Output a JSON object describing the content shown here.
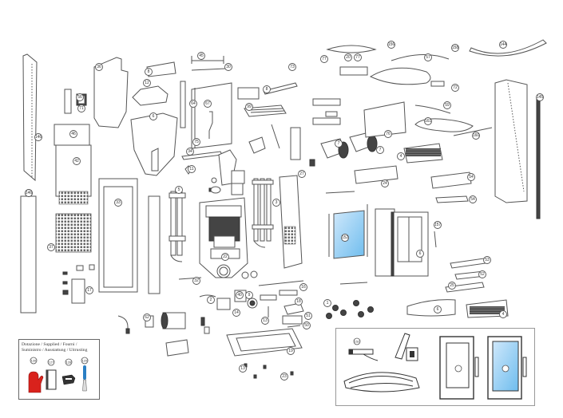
{
  "diagram": {
    "title": "Exploded parts view",
    "callouts": [
      {
        "id": "c1",
        "label": "146"
      },
      {
        "id": "c2",
        "label": "36"
      },
      {
        "id": "c3",
        "label": "8"
      },
      {
        "id": "c4",
        "label": "12"
      },
      {
        "id": "c5",
        "label": "56"
      },
      {
        "id": "c6",
        "label": "71"
      },
      {
        "id": "c7",
        "label": "6"
      },
      {
        "id": "c8",
        "label": "46"
      },
      {
        "id": "c9",
        "label": "42"
      },
      {
        "id": "c10",
        "label": "146"
      },
      {
        "id": "c11",
        "label": "37"
      },
      {
        "id": "c12",
        "label": "33"
      },
      {
        "id": "c13",
        "label": "45"
      },
      {
        "id": "c14",
        "label": "30"
      },
      {
        "id": "c15",
        "label": "67"
      },
      {
        "id": "c16",
        "label": "64"
      },
      {
        "id": "c17",
        "label": "75"
      },
      {
        "id": "c18",
        "label": "34"
      },
      {
        "id": "c19",
        "label": "73"
      },
      {
        "id": "c20",
        "label": "8"
      },
      {
        "id": "c21",
        "label": "99"
      },
      {
        "id": "c22",
        "label": "20"
      },
      {
        "id": "c23",
        "label": "77"
      },
      {
        "id": "c24",
        "label": "77"
      },
      {
        "id": "c25",
        "label": "156"
      },
      {
        "id": "c26",
        "label": "57"
      },
      {
        "id": "c27",
        "label": "158"
      },
      {
        "id": "c28",
        "label": "144"
      },
      {
        "id": "c29",
        "label": "59"
      },
      {
        "id": "c30",
        "label": "72"
      },
      {
        "id": "c31",
        "label": "161"
      },
      {
        "id": "c32",
        "label": "160"
      },
      {
        "id": "c33",
        "label": "76"
      },
      {
        "id": "c34",
        "label": "145"
      },
      {
        "id": "c35",
        "label": "146"
      },
      {
        "id": "c36",
        "label": "7"
      },
      {
        "id": "c37",
        "label": "7"
      },
      {
        "id": "c38",
        "label": "4"
      },
      {
        "id": "c39",
        "label": "24"
      },
      {
        "id": "c40",
        "label": "54"
      },
      {
        "id": "c41",
        "label": "54"
      },
      {
        "id": "c42",
        "label": "22"
      },
      {
        "id": "c43",
        "label": "5"
      },
      {
        "id": "c44",
        "label": "3"
      },
      {
        "id": "c45",
        "label": "27"
      },
      {
        "id": "c46",
        "label": "11"
      },
      {
        "id": "c47",
        "label": "152"
      },
      {
        "id": "c48",
        "label": "6"
      },
      {
        "id": "c49",
        "label": "157"
      },
      {
        "id": "c50",
        "label": "53"
      },
      {
        "id": "c51",
        "label": "52"
      },
      {
        "id": "c52",
        "label": "25"
      },
      {
        "id": "c53",
        "label": "6"
      },
      {
        "id": "c54",
        "label": "4"
      },
      {
        "id": "c55",
        "label": "1"
      },
      {
        "id": "c56",
        "label": "17"
      },
      {
        "id": "c57",
        "label": "9"
      },
      {
        "id": "c58",
        "label": "62"
      },
      {
        "id": "c59",
        "label": "2"
      },
      {
        "id": "c60",
        "label": "40"
      },
      {
        "id": "c61",
        "label": "14"
      },
      {
        "id": "c62",
        "label": "18"
      },
      {
        "id": "c63",
        "label": "16"
      },
      {
        "id": "c64",
        "label": "51"
      },
      {
        "id": "c65",
        "label": "50"
      },
      {
        "id": "c66",
        "label": "13"
      },
      {
        "id": "c67",
        "label": "19"
      },
      {
        "id": "c68",
        "label": "13"
      },
      {
        "id": "c69",
        "label": "23"
      },
      {
        "id": "c70",
        "label": "32"
      }
    ]
  },
  "legend": {
    "title_line1": "Dotazione / Supplied / Fourni /",
    "title_line2": "Suministro / Ausstattung / Uitrusting",
    "items": [
      {
        "label": "126",
        "icon": "oven-glove-icon",
        "color": "#d9221c"
      },
      {
        "label": "127",
        "icon": "glass-cleaner-pad-icon",
        "color": "#555555"
      },
      {
        "label": "128",
        "icon": "scraper-tool-icon",
        "color": "#333333"
      },
      {
        "label": "129",
        "icon": "brush-tool-icon",
        "color": "#2a7fc4"
      }
    ]
  },
  "colors": {
    "glass_tint_start": "#cfe8fb",
    "glass_tint_end": "#6fbdee",
    "line": "#555555"
  }
}
